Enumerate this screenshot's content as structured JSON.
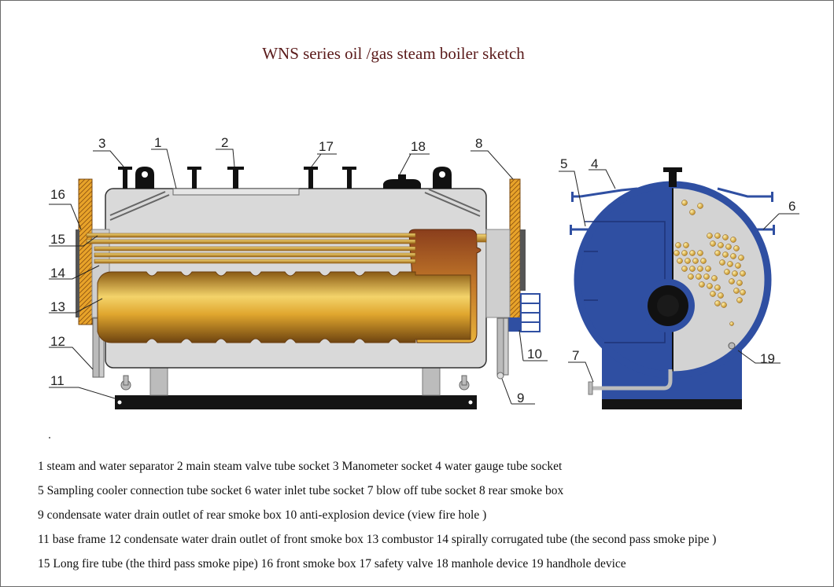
{
  "title": "WNS series oil /gas steam boiler  sketch",
  "callouts": [
    "1",
    "2",
    "3",
    "4",
    "5",
    "6",
    "7",
    "8",
    "9",
    "10",
    "11",
    "12",
    "13",
    "14",
    "15",
    "16",
    "17",
    "18",
    "19"
  ],
  "legend": [
    "1 steam and water separator 2 main steam valve tube socket 3 Manometer socket  4 water gauge tube socket",
    "5 Sampling cooler connection tube socket  6 water inlet tube socket 7 blow off tube socket 8 rear smoke box",
    "9 condensate water drain outlet of  rear smoke box 10 anti-explosion device (view fire hole )",
    "11 base frame 12  condensate water drain outlet of front smoke box 13 combustor  14 spirally corrugated tube (the second pass  smoke pipe )",
    "15  Long fire tube (the third pass smoke pipe) 16 front smoke box 17 safety valve  18 manhole device 19 handhole device"
  ],
  "colors": {
    "shell": "#d9d9d9",
    "gold": "#e8b53a",
    "refractory": "#e59a24",
    "blue": "#2f4fa2",
    "frame": "#1a1a1a",
    "title": "#5a1a1a"
  }
}
